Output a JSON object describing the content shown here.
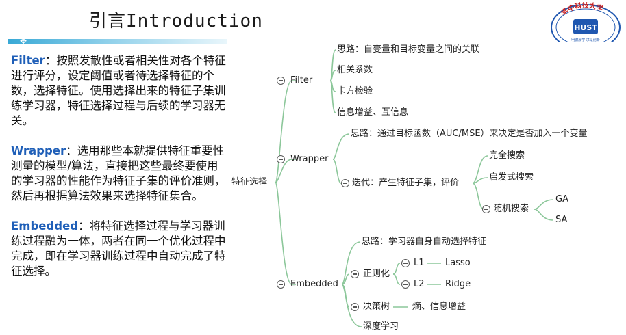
{
  "header": {
    "title_cn": "引言",
    "title_en": "Introduction",
    "accent": "#39a9d6"
  },
  "logo": {
    "arc_text": "华中科技大学",
    "badge": "HUST",
    "motto": "明德厚学 求是创新"
  },
  "left": {
    "filter_term": "Filter",
    "filter_text": "：按照发散性或者相关性对各个特征进行评分，设定阈值或者待选择特征的个数，选择特征。使用选择出来的特征子集训练学习器，特征选择过程与后续的学习器无关。",
    "wrapper_term": "Wrapper",
    "wrapper_text": "：选用那些本就提供特征重要性测量的模型/算法，直接把这些最终要使用的学习器的性能作为特征子集的评价准则，然后再根据算法效果来选择特征集合。",
    "embedded_term": "Embedded",
    "embedded_text": "：将特征选择过程与学习器训练过程融为一体，两者在同一个优化过程中完成，即在学习器训练过程中自动完成了特征选择。",
    "term_color": "#1f5fb8"
  },
  "mindmap": {
    "root": "特征选择",
    "filter": {
      "label": "Filter",
      "items": [
        "思路：自变量和目标变量之间的关联",
        "相关系数",
        "卡方检验",
        "信息增益、互信息"
      ]
    },
    "wrapper": {
      "label": "Wrapper",
      "idea": "思路：通过目标函数（AUC/MSE）来决定是否加入一个变量",
      "iter": "迭代：产生特征子集，评价",
      "search_complete": "完全搜索",
      "search_heuristic": "启发式搜索",
      "search_random": "随机搜索",
      "ga": "GA",
      "sa": "SA"
    },
    "embedded": {
      "label": "Embedded",
      "idea": "思路：学习器自身自动选择特征",
      "reg": "正则化",
      "l1": "L1",
      "l1_name": "Lasso",
      "l2": "L2",
      "l2_name": "Ridge",
      "tree": "决策树",
      "tree_item": "熵、信息增益",
      "deep": "深度学习"
    },
    "line_color": "#8cc79a"
  }
}
